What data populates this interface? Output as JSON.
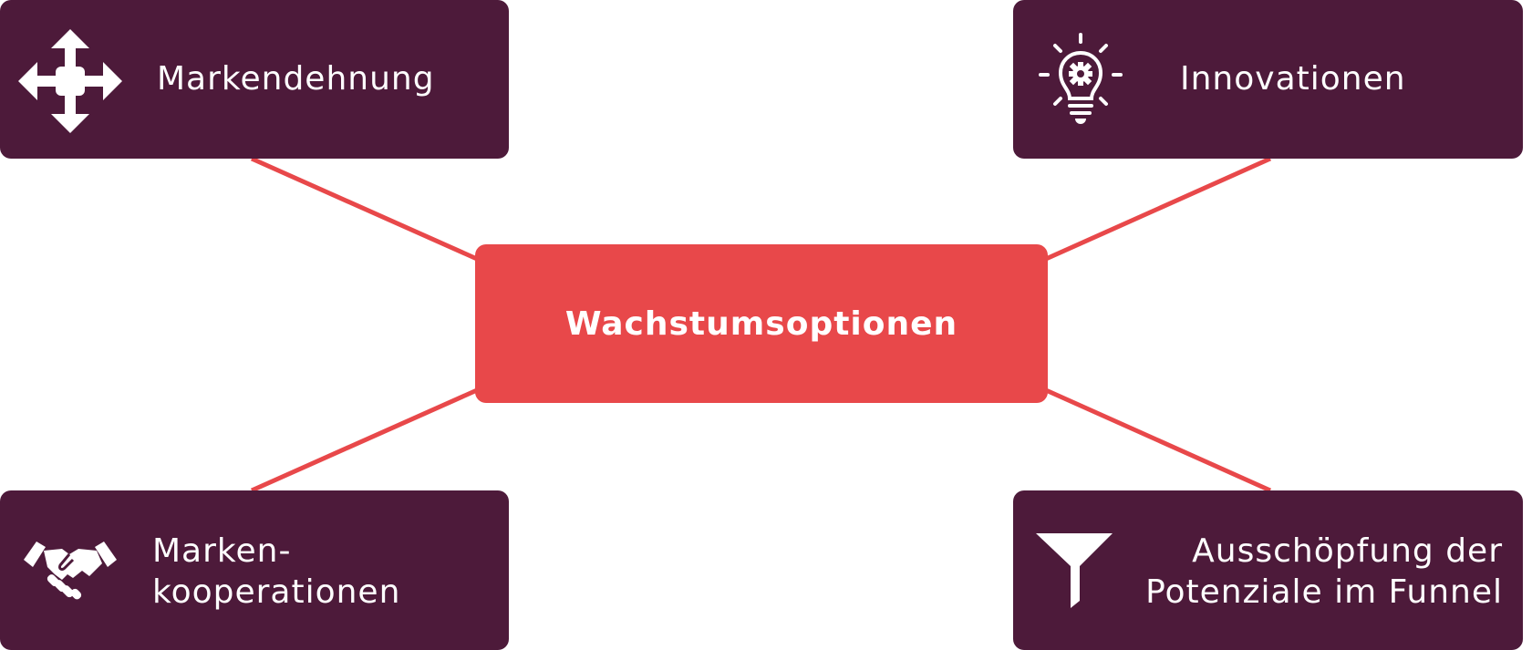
{
  "center": {
    "title": "Wachstumsoptionen"
  },
  "nodes": {
    "top_left": {
      "label": "Markendehnung",
      "icon": "expand-arrows-icon"
    },
    "top_right": {
      "label": "Innovationen",
      "icon": "lightbulb-gear-icon"
    },
    "bottom_left": {
      "label_line1": "Marken-",
      "label_line2": "kooperationen",
      "icon": "handshake-icon"
    },
    "bottom_right": {
      "label_line1": "Ausschöpfung der",
      "label_line2": "Potenziale im Funnel",
      "icon": "funnel-icon"
    }
  },
  "colors": {
    "node_background": "#4d1a3a",
    "center_background": "#e8484a",
    "connector": "#e8484a",
    "text": "#ffffff"
  }
}
